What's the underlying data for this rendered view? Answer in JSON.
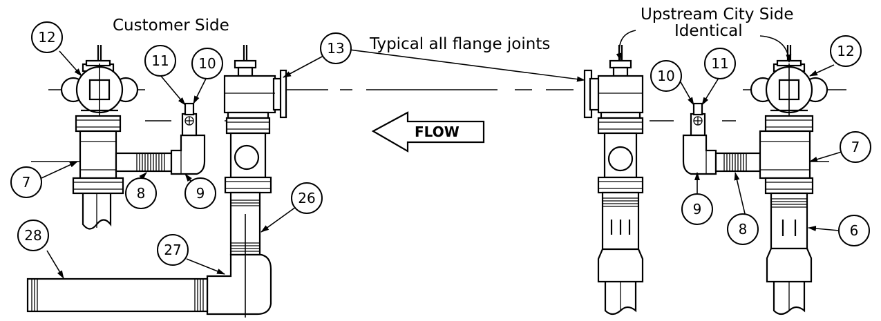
{
  "labels": {
    "customer_side": "Customer Side",
    "upstream_line1": "Upstream City Side",
    "upstream_line2": "Identical",
    "typical": "Typical all flange joints",
    "flow": "FLOW"
  },
  "callouts": {
    "c12_left": "12",
    "c11_left": "11",
    "c10_left": "10",
    "c13": "13",
    "c7_left": "7",
    "c8_left": "8",
    "c9_left": "9",
    "c26": "26",
    "c27": "27",
    "c28": "28",
    "c10_right": "10",
    "c11_right": "11",
    "c12_right": "12",
    "c7_right": "7",
    "c9_right": "9",
    "c8_right": "8",
    "c6": "6"
  }
}
